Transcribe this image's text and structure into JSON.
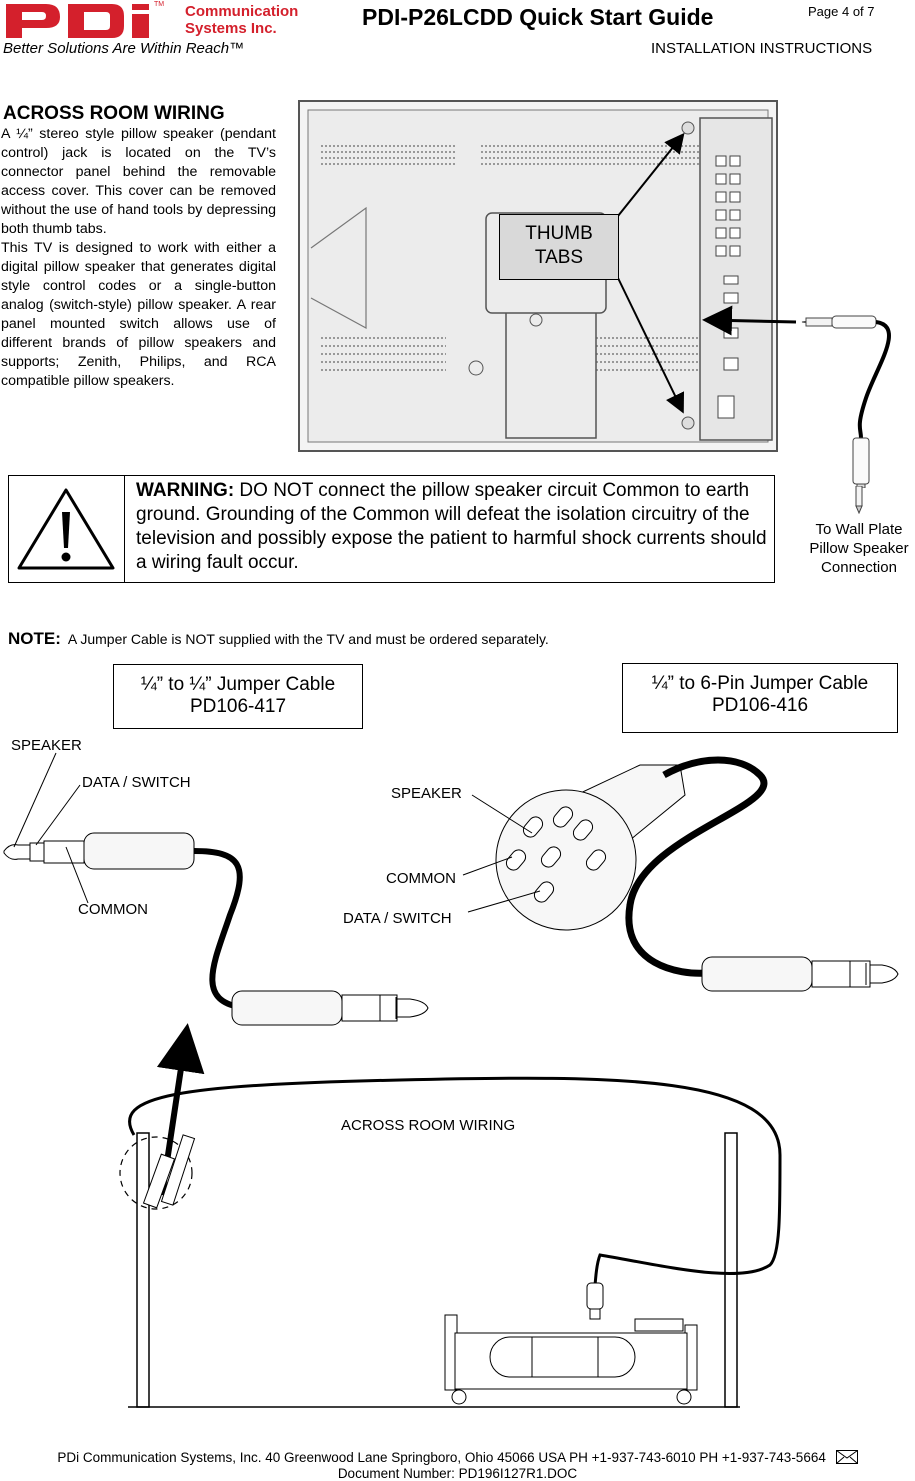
{
  "header": {
    "logo_letters": "PDi",
    "logo_tm": "TM",
    "company_line1": "Communication",
    "company_line2": "Systems Inc.",
    "title": "PDI-P26LCDD Quick Start Guide",
    "page": "Page 4 of 7",
    "tagline": "Better Solutions Are Within Reach™",
    "section": "INSTALLATION INSTRUCTIONS"
  },
  "wiring": {
    "heading": "ACROSS ROOM WIRING",
    "paragraph1": "A ¼” stereo style pillow speaker (pendant control) jack is located on the TV’s connector panel behind the removable access cover.  This cover can be removed without the use of hand tools by depressing both thumb tabs.",
    "paragraph2": "This TV is designed to work with either a digital pillow speaker that generates digital style control codes or a single-button analog (switch-style) pillow speaker.  A rear panel mounted switch allows use of different brands of pillow speakers and supports; Zenith, Philips, and RCA compatible pillow speakers.",
    "thumb_tabs_line1": "THUMB",
    "thumb_tabs_line2": "TABS",
    "wall_plate_line1": "To Wall Plate",
    "wall_plate_line2": "Pillow Speaker",
    "wall_plate_line3": "Connection"
  },
  "warning": {
    "label": "WARNING:",
    "text": " DO NOT connect the pillow speaker circuit Common to earth ground.  Grounding of the Common will defeat the isolation circuitry of the television and possibly expose the patient to harmful shock currents should a wiring fault occur.",
    "icon": "warning-triangle-icon"
  },
  "note": {
    "label": "NOTE:",
    "text": "A Jumper Cable is NOT supplied with the TV and must be ordered separately."
  },
  "cables": [
    {
      "name": "¼” to ¼” Jumper Cable",
      "part": "PD106-417"
    },
    {
      "name": "¼” to 6-Pin Jumper Cable",
      "part": "PD106-416"
    }
  ],
  "plug_labels": {
    "left_speaker": "SPEAKER",
    "left_data": "DATA / SWITCH",
    "left_common": "COMMON",
    "right_speaker": "SPEAKER",
    "right_common": "COMMON",
    "right_data": "DATA / SWITCH"
  },
  "room": {
    "label": "ACROSS ROOM WIRING"
  },
  "footer": {
    "line1": "PDi Communication Systems, Inc.   40 Greenwood Lane   Springboro, Ohio 45066 USA   PH +1-937-743-6010  PH +1-937-743-5664",
    "line2": "Document Number:  PD196I127R1.DOC"
  }
}
